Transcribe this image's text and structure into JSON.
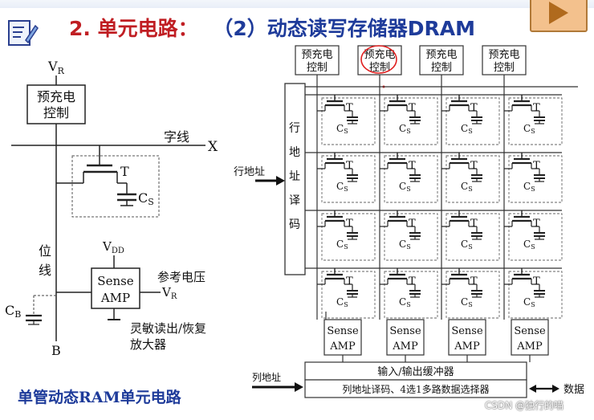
{
  "header": {
    "section_number": "2.",
    "section_title": "单元电路：",
    "subtitle": "（2）动态读写存储器DRAM"
  },
  "left_circuit": {
    "supply_top": "V",
    "supply_top_sub": "R",
    "precharge_line1": "预充电",
    "precharge_line2": "控制",
    "word_line": "字线",
    "x_label": "X",
    "transistor": "T",
    "capacitor": "C",
    "capacitor_sub": "S",
    "bit_line_1": "位",
    "bit_line_2": "线",
    "vdd": "V",
    "vdd_sub": "DD",
    "sense_line1": "Sense",
    "sense_line2": "AMP",
    "ref_voltage": "参考电压",
    "vr": "V",
    "vr_sub": "R",
    "cb": "C",
    "cb_sub": "B",
    "b_label": "B",
    "amp_desc_line1": "灵敏读出/恢复",
    "amp_desc_line2": "放大器"
  },
  "caption": "单管动态RAM单元电路",
  "array": {
    "precharge_line1": "预充电",
    "precharge_line2": "控制",
    "row_decoder_chars": [
      "行",
      "地",
      "址",
      "译",
      "码"
    ],
    "row_address": "行地址",
    "cell_t": "T",
    "cell_c": "C",
    "cell_c_sub": "S",
    "sense_line1": "Sense",
    "sense_line2": "AMP",
    "io_buffer": "输入/输出缓冲器",
    "column_decoder": "列地址译码、4选1多路数据选择器",
    "column_address": "列地址",
    "data": "数据"
  },
  "watermark": "CSDN @独行的喵",
  "colors": {
    "heading_red": "#c01e23",
    "heading_blue": "#1e3b9a",
    "annotation_circle": "#e02020",
    "play_button": "#f3c18d"
  }
}
